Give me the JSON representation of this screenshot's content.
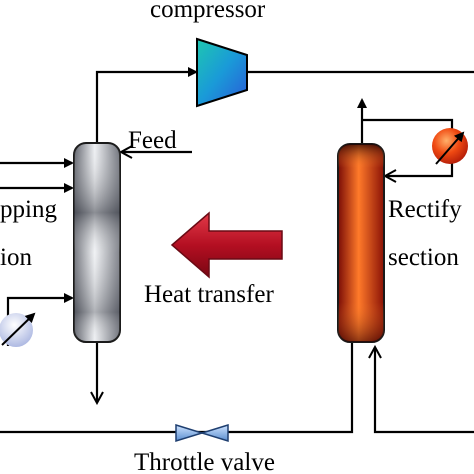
{
  "labels": {
    "compressor": "compressor",
    "feed": "Feed",
    "stripping_line1": "pping",
    "stripping_line2": "ion",
    "rectifying_line1": "Rectify",
    "rectifying_line2": "section",
    "heat_transfer": "Heat transfer",
    "throttle_valve": "Throttle valve"
  },
  "colors": {
    "stripping_column": "#8a8d96",
    "rectifying_column": "#e8501a",
    "heat_arrow": "#c0182a",
    "compressor": "#1aa5d8",
    "throttle_valve": "#7aa8d8",
    "condenser": "#e04a16",
    "reboiler": "#b8c4e8"
  },
  "icons": {
    "compressor": "compressor-icon",
    "throttle_valve": "valve-icon",
    "condenser": "heat-exchanger-icon",
    "reboiler": "heat-exchanger-icon",
    "heat_transfer": "arrow-left-icon"
  }
}
